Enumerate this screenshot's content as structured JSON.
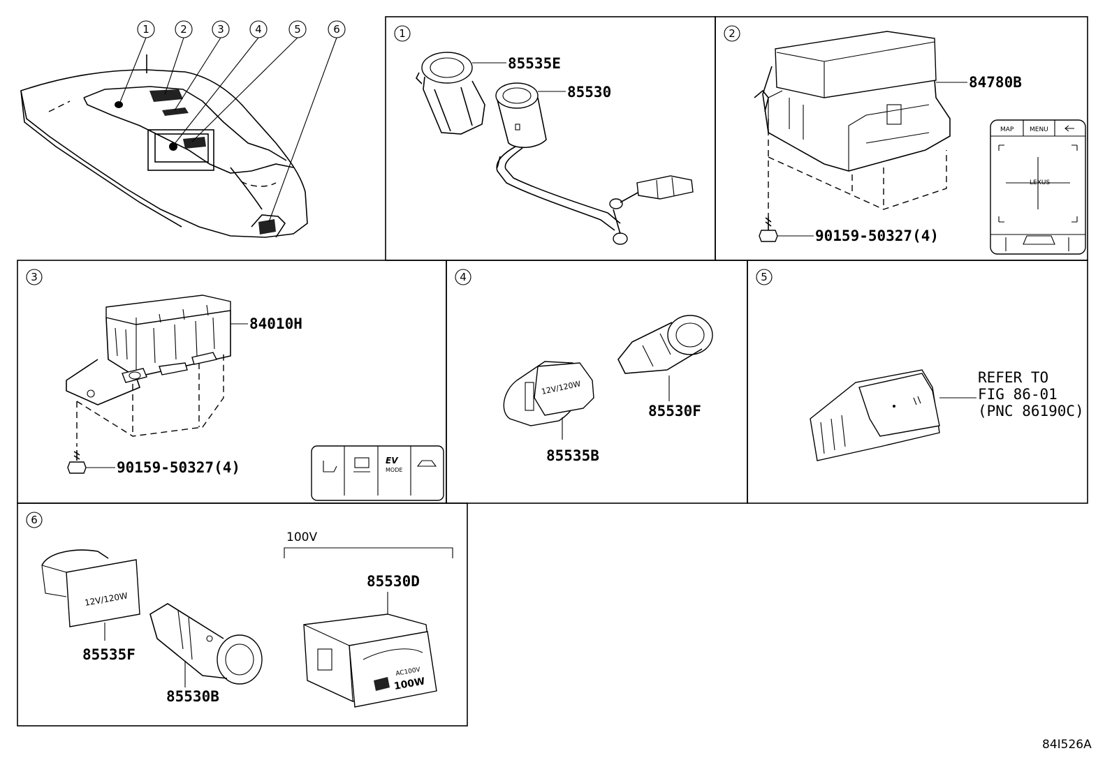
{
  "callouts": [
    "1",
    "2",
    "3",
    "4",
    "5",
    "6"
  ],
  "panel1": {
    "callout": "1",
    "parts": [
      "85535E",
      "85530"
    ]
  },
  "panel2": {
    "callout": "2",
    "parts": [
      "84780B",
      "90159-50327(4)"
    ],
    "switch_labels": [
      "MAP",
      "MENU",
      "LEXUS"
    ]
  },
  "panel3": {
    "callout": "3",
    "parts": [
      "84010H",
      "90159-50327(4)"
    ],
    "switch_labels": [
      "EV",
      "MODE"
    ]
  },
  "panel4": {
    "callout": "4",
    "parts": [
      "85535B",
      "85530F"
    ],
    "socket_label": "12V/120W"
  },
  "panel5": {
    "callout": "5",
    "refer_lines": [
      "REFER TO",
      "FIG 86-01",
      "(PNC 86190C)"
    ]
  },
  "panel6": {
    "callout": "6",
    "parts": [
      "85535F",
      "85530B",
      "85530D"
    ],
    "group_label": "100V",
    "cover_label": "12V/120W",
    "outlet_labels": [
      "AC100V",
      "100W"
    ]
  },
  "figure_id": "84I526A"
}
